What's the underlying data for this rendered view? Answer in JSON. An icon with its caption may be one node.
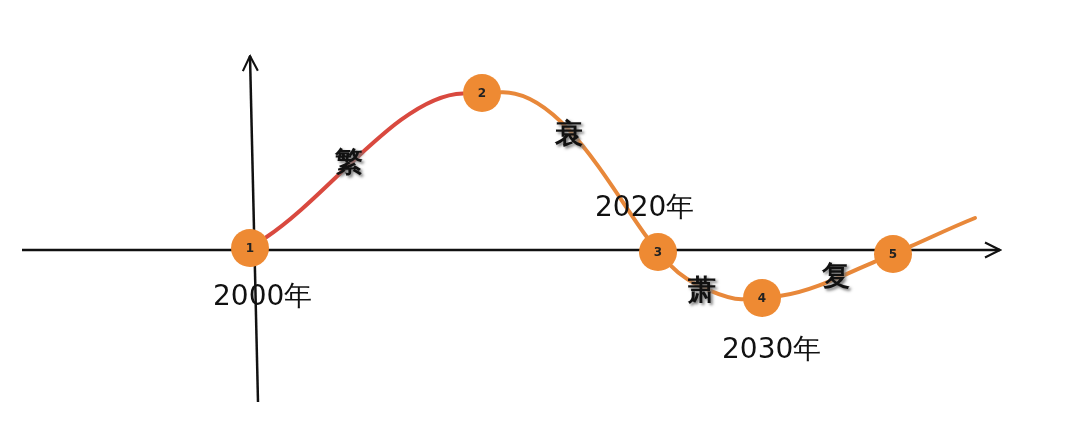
{
  "diagram": {
    "nodes": [
      {
        "text": [
          "1"
        ],
        "beside": [
          "2000年"
        ]
      },
      {
        "text": [
          "2"
        ]
      },
      {
        "text": [
          "3"
        ],
        "beside": [
          "2020年"
        ]
      },
      {
        "text": [
          "4"
        ],
        "beside": [
          "2030年"
        ]
      },
      {
        "text": [
          "5"
        ]
      }
    ],
    "edges": [
      {
        "from": 0,
        "to": 1,
        "arrow": "none",
        "label": "繁",
        "color": "#d9493f"
      },
      {
        "from": 1,
        "to": 2,
        "arrow": "none",
        "label": "衰"
      },
      {
        "from": 2,
        "to": 3,
        "arrow": "none",
        "label": "萧"
      },
      {
        "from": 3,
        "to": 4,
        "arrow": "none",
        "label": "复"
      },
      {
        "from": 4,
        "to": null,
        "arrow": "none"
      }
    ]
  }
}
